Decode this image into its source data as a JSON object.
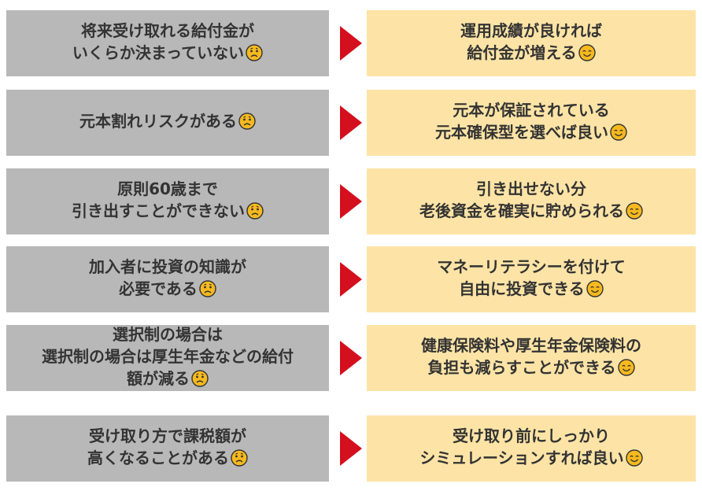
{
  "rows": [
    {
      "left": [
        "将来受け取れる給付金が",
        "いくらか決まっていない"
      ],
      "right": [
        "運用成績が良ければ",
        "給付金が増える"
      ]
    },
    {
      "left": [
        "元本割れリスクがある"
      ],
      "right": [
        "元本が保証されている",
        "元本確保型を選べば良い"
      ]
    },
    {
      "left": [
        "原則60歳まで",
        "引き出すことができない"
      ],
      "right": [
        "引き出せない分",
        "老後資金を確実に貯められる"
      ]
    },
    {
      "left": [
        "加入者に投資の知識が",
        "必要である"
      ],
      "right": [
        "マネーリテラシーを付けて",
        "自由に投資できる"
      ]
    },
    {
      "left": [
        "選択制の場合は",
        "選択制の場合は厚生年金などの給付",
        "額が減る"
      ],
      "right": [
        "健康保険料や厚生年金保険料の",
        "負担も減らすことができる"
      ]
    },
    {
      "left": [
        "受け取り方で課税額が",
        "高くなることがある"
      ],
      "right": [
        "受け取り前にしっかり",
        "シミュレーションすれば良い"
      ]
    }
  ],
  "icons": {
    "left": "worried-face-icon",
    "right": "smiling-face-icon"
  },
  "colors": {
    "left_box": "#b8b8b8",
    "right_box": "#fde4a6",
    "arrow": "#d4101e",
    "text": "#333333",
    "face": "#f7b91e"
  }
}
